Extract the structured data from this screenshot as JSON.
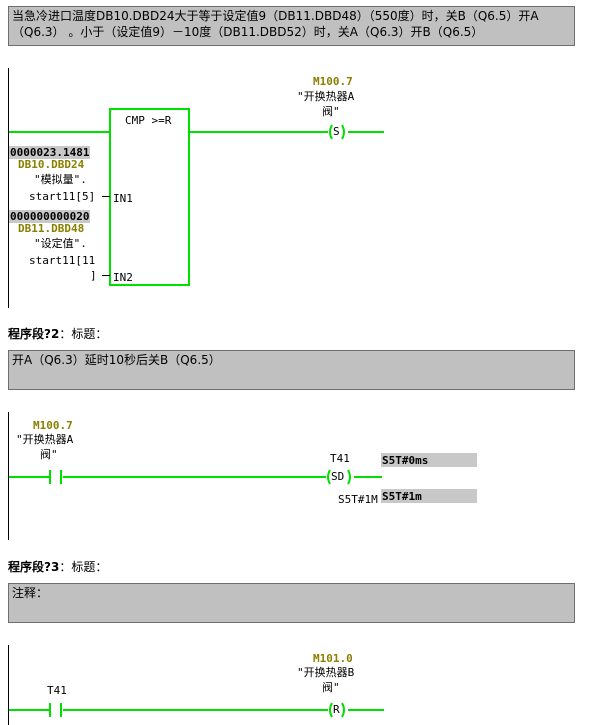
{
  "net1": {
    "comment": "当急冷进口温度DB10.DBD24大于等于设定值9（DB11.DBD48）（550度）时，关B（Q6.5）开A（Q6.3）  。小于（设定值9）－10度（DB11.DBD52）时，关A（Q6.3）开B（Q6.5）",
    "cmp_title": "CMP >=R",
    "in1_value": "0000023.1481",
    "in1_address": "DB10.DBD24",
    "in1_symbol": "\"模拟量\".",
    "in1_symbol2": "start11[5]",
    "in1_pin": "IN1",
    "in2_value": "000000000020",
    "in2_address": "DB11.DBD48",
    "in2_symbol": "\"设定值\".",
    "in2_symbol2": "start11[11",
    "in2_symbol3": "]",
    "in2_pin": "IN2",
    "coil_address": "M100.7",
    "coil_symbol": "\"开换热器A",
    "coil_symbol2": "阀\"",
    "coil_type": "S"
  },
  "net2": {
    "title": "程序段?2",
    "title_suffix": "：标题：",
    "comment": "开A（Q6.3）延时10秒后关B（Q6.5）",
    "contact_address": "M100.7",
    "contact_symbol": "\"开换热器A",
    "contact_symbol2": "阀\"",
    "timer_name": "T41",
    "timer_type": "SD",
    "timer_value": "S5T#0ms",
    "preset_label": "S5T#1M",
    "preset_value": "S5T#1m"
  },
  "net3": {
    "title": "程序段?3",
    "title_suffix": "：标题：",
    "comment": "注释：",
    "contact_address": "T41",
    "coil_address": "M101.0",
    "coil_symbol": "\"开换热器B",
    "coil_symbol2": "阀\"",
    "coil_type": "R"
  },
  "colors": {
    "wire": "#00e000",
    "address": "#8b8000",
    "comment_bg": "#c0c0c0"
  }
}
